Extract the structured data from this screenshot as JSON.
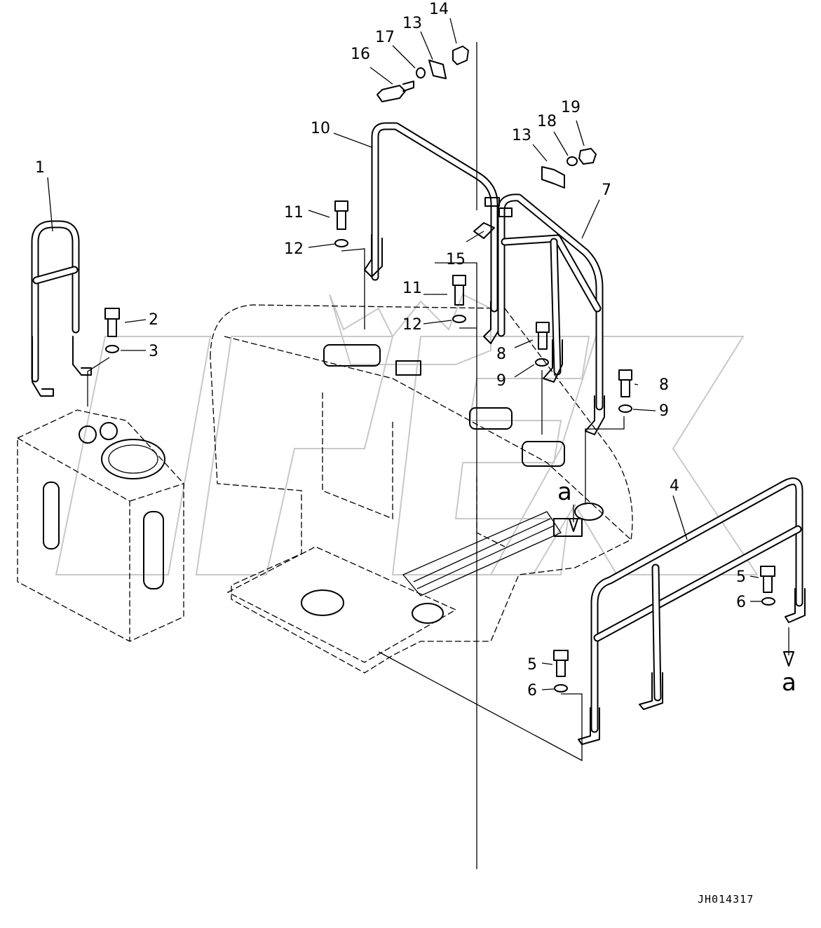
{
  "diagram_code": "JH014317",
  "callouts": {
    "c1": "1",
    "c2": "2",
    "c3": "3",
    "c4": "4",
    "c5a": "5",
    "c5b": "5",
    "c6a": "6",
    "c6b": "6",
    "c7": "7",
    "c8a": "8",
    "c8b": "8",
    "c9a": "9",
    "c9b": "9",
    "c10": "10",
    "c11a": "11",
    "c11b": "11",
    "c12a": "12",
    "c12b": "12",
    "c13a": "13",
    "c13b": "13",
    "c14": "14",
    "c15": "15",
    "c16": "16",
    "c17": "17",
    "c18": "18",
    "c19": "19"
  },
  "ref_marks": {
    "a_top": "a",
    "a_bottom": "a"
  },
  "colors": {
    "line": "#000000",
    "watermark": "#c8c8c8",
    "background": "#ffffff"
  }
}
